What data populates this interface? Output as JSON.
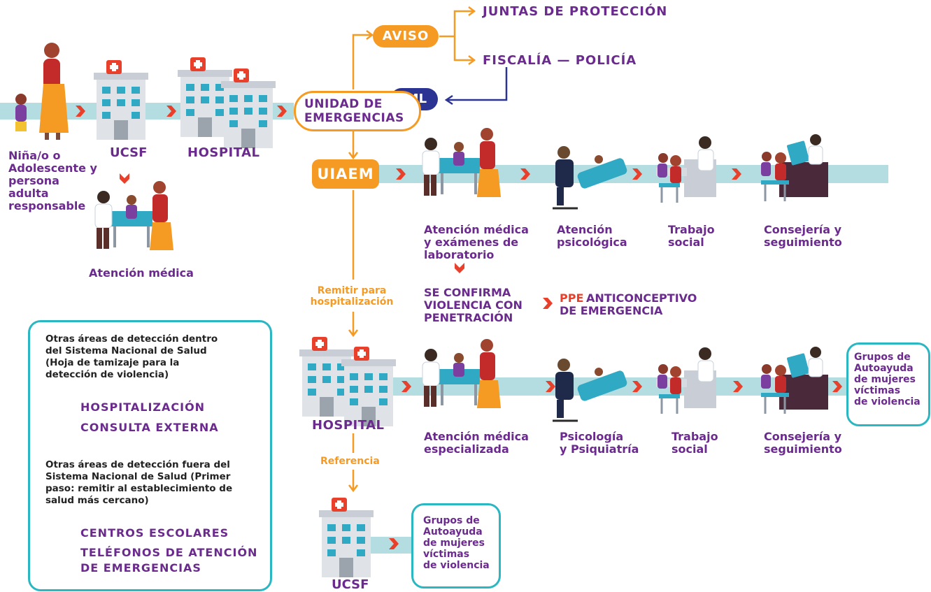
{
  "colors": {
    "purple": "#6b2b8e",
    "orange": "#f59a23",
    "red": "#e8402b",
    "navy": "#2c3493",
    "teal": "#2bb7c2",
    "band": "#b4dde2"
  },
  "top": {
    "aviso": "AVISO",
    "juntas": "JUNTAS DE PROTECCIÓN",
    "fiscalia": "FISCALÍA — POLICÍA",
    "iml": "IML",
    "unidad": "UNIDAD DE\nEMERGENCIAS"
  },
  "left": {
    "child": "Niña/o o\nAdolescente y\npersona adulta\nresponsable",
    "ucsf": "UCSF",
    "hospital": "HOSPITAL",
    "atencion": "Atención médica"
  },
  "uiaem": {
    "label": "UIAEM",
    "steps": [
      "Atención médica\ny  exámenes de\nlaboratorio",
      "Atención\npsicológica",
      "Trabajo\nsocial",
      "Consejería y\nseguimiento"
    ],
    "confirma": "SE CONFIRMA\nVIOLENCIA CON\nPENETRACIÓN",
    "ppe": "PPE",
    "ppe_rest": "ANTICONCEPTIVO\nDE EMERGENCIA"
  },
  "remitir": "Remitir para\nhospitalización",
  "hospital_row": {
    "label": "HOSPITAL",
    "steps": [
      "Atención médica\nespecializada",
      "Psicología\ny Psiquiatría",
      "Trabajo\nsocial",
      "Consejería y\nseguimiento"
    ],
    "grupos": "Grupos de\nAutoayuda\nde mujeres\nvíctimas\nde violencia"
  },
  "referencia": "Referencia",
  "bottom": {
    "ucsf": "UCSF",
    "grupos": "Grupos de\nAutoayuda\nde mujeres\nvíctimas\nde violencia"
  },
  "infobox": {
    "title1": "Otras áreas de detección dentro\ndel Sistema Nacional de Salud\n(Hoja de tamizaje para la\ndetección de violencia)",
    "item1": "HOSPITALIZACIÓN",
    "item2": "CONSULTA EXTERNA",
    "title2": "Otras áreas de detección fuera del\nSistema Nacional de Salud (Primer\npaso: remitir al establecimiento de\nsalud más cercano)",
    "item3": "CENTROS ESCOLARES",
    "item4": "TELÉFONOS DE ATENCIÓN\nDE EMERGENCIAS"
  }
}
